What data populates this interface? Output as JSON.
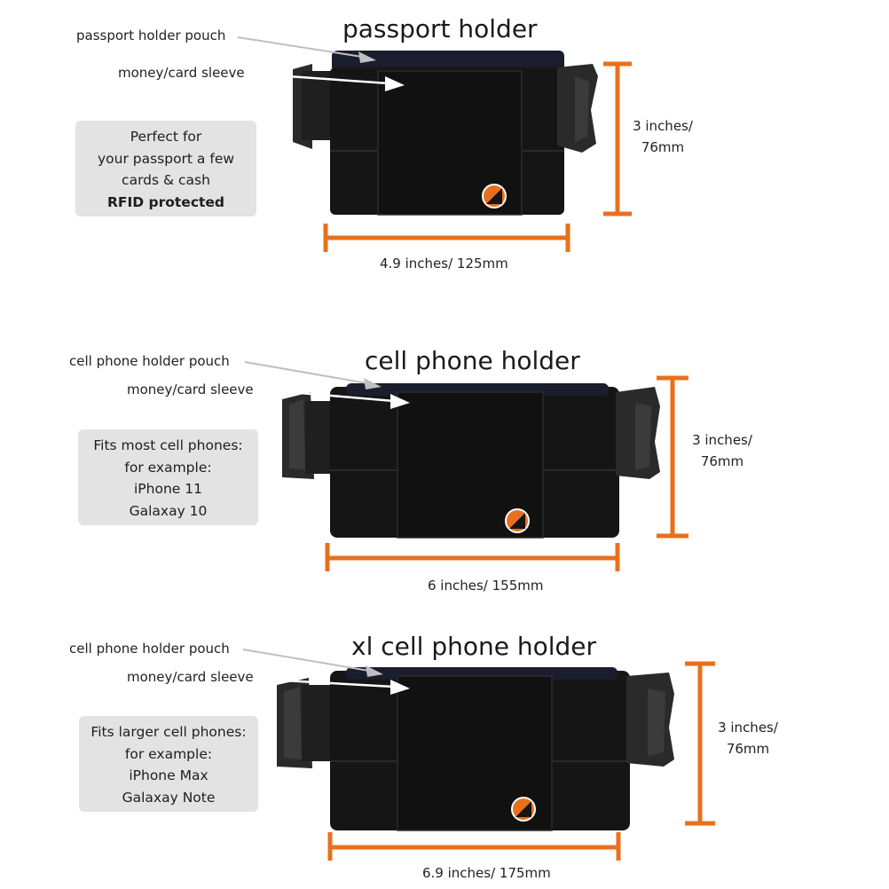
{
  "colors": {
    "dimension": "#e8701d",
    "belt": "#151515",
    "strap": "#1f1f1f",
    "pouch": "#1a1d2e",
    "buckle": "#2a2a2a",
    "logo_orange": "#e8701d",
    "infobox_bg": "#e3e3e3",
    "arrow": "#bfbfbf"
  },
  "sections": [
    {
      "title": "passport holder",
      "callouts": {
        "pouch": "passport holder pouch",
        "sleeve": "money/card sleeve"
      },
      "info": [
        "Perfect for",
        "your passport a few",
        "cards & cash"
      ],
      "info_bold": "RFID protected",
      "height_dim": [
        "3 inches/",
        "76mm"
      ],
      "width_dim": "4.9 inches/ 125mm"
    },
    {
      "title": "cell phone holder",
      "callouts": {
        "pouch": "cell phone holder pouch",
        "sleeve": "money/card sleeve"
      },
      "info": [
        "Fits most cell phones:",
        "for example:",
        "iPhone 11",
        "Galaxay 10"
      ],
      "height_dim": [
        "3 inches/",
        "76mm"
      ],
      "width_dim": "6 inches/ 155mm"
    },
    {
      "title": "xl cell phone holder",
      "callouts": {
        "pouch": "cell phone holder pouch",
        "sleeve": "money/card sleeve"
      },
      "info": [
        "Fits larger cell phones:",
        "for example:",
        "iPhone Max",
        "Galaxay Note"
      ],
      "height_dim": [
        "3 inches/",
        "76mm"
      ],
      "width_dim": "6.9 inches/ 175mm"
    }
  ]
}
